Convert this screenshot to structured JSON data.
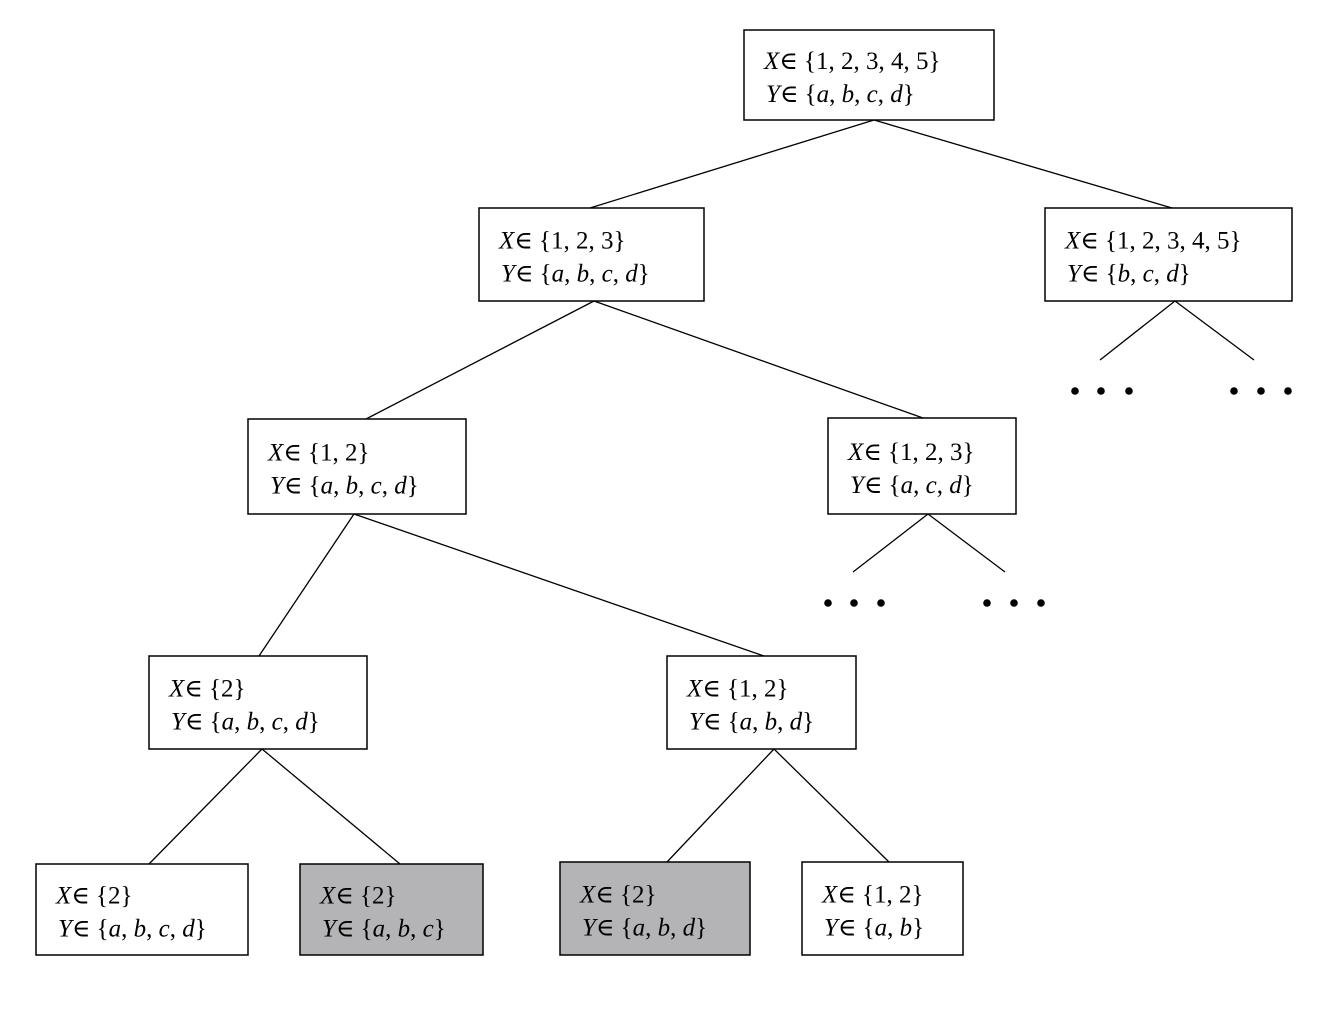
{
  "colors": {
    "box_fill": "#ffffff",
    "highlight_fill": "#b4b4b6",
    "stroke": "#000000"
  },
  "nodes": [
    {
      "id": "root",
      "x_label": "X",
      "x_set": [
        "1",
        "2",
        "3",
        "4",
        "5"
      ],
      "y_label": "Y",
      "y_set": [
        "a",
        "b",
        "c",
        "d"
      ],
      "highlighted": false
    },
    {
      "id": "n1",
      "x_label": "X",
      "x_set": [
        "1",
        "2",
        "3"
      ],
      "y_label": "Y",
      "y_set": [
        "a",
        "b",
        "c",
        "d"
      ],
      "highlighted": false
    },
    {
      "id": "n2",
      "x_label": "X",
      "x_set": [
        "1",
        "2",
        "3",
        "4",
        "5"
      ],
      "y_label": "Y",
      "y_set": [
        "b",
        "c",
        "d"
      ],
      "highlighted": false
    },
    {
      "id": "n3",
      "x_label": "X",
      "x_set": [
        "1",
        "2"
      ],
      "y_label": "Y",
      "y_set": [
        "a",
        "b",
        "c",
        "d"
      ],
      "highlighted": false
    },
    {
      "id": "n4",
      "x_label": "X",
      "x_set": [
        "1",
        "2",
        "3"
      ],
      "y_label": "Y",
      "y_set": [
        "a",
        "c",
        "d"
      ],
      "highlighted": false
    },
    {
      "id": "n5",
      "x_label": "X",
      "x_set": [
        "2"
      ],
      "y_label": "Y",
      "y_set": [
        "a",
        "b",
        "c",
        "d"
      ],
      "highlighted": false
    },
    {
      "id": "n6",
      "x_label": "X",
      "x_set": [
        "1",
        "2"
      ],
      "y_label": "Y",
      "y_set": [
        "a",
        "b",
        "d"
      ],
      "highlighted": false
    },
    {
      "id": "n7",
      "x_label": "X",
      "x_set": [
        "2"
      ],
      "y_label": "Y",
      "y_set": [
        "a",
        "b",
        "c",
        "d"
      ],
      "highlighted": false
    },
    {
      "id": "n8",
      "x_label": "X",
      "x_set": [
        "2"
      ],
      "y_label": "Y",
      "y_set": [
        "a",
        "b",
        "c"
      ],
      "highlighted": true
    },
    {
      "id": "n9",
      "x_label": "X",
      "x_set": [
        "2"
      ],
      "y_label": "Y",
      "y_set": [
        "a",
        "b",
        "d"
      ],
      "highlighted": true
    },
    {
      "id": "n10",
      "x_label": "X",
      "x_set": [
        "1",
        "2"
      ],
      "y_label": "Y",
      "y_set": [
        "a",
        "b"
      ],
      "highlighted": false
    }
  ],
  "edges": [
    {
      "from": "root",
      "to": "n1"
    },
    {
      "from": "root",
      "to": "n2"
    },
    {
      "from": "n1",
      "to": "n3"
    },
    {
      "from": "n1",
      "to": "n4"
    },
    {
      "from": "n3",
      "to": "n5"
    },
    {
      "from": "n3",
      "to": "n6"
    },
    {
      "from": "n5",
      "to": "n7"
    },
    {
      "from": "n5",
      "to": "n8"
    },
    {
      "from": "n6",
      "to": "n9"
    },
    {
      "from": "n6",
      "to": "n10"
    }
  ],
  "truncated_branches": [
    {
      "from": "n2",
      "count": 2
    },
    {
      "from": "n4",
      "count": 2
    }
  ]
}
